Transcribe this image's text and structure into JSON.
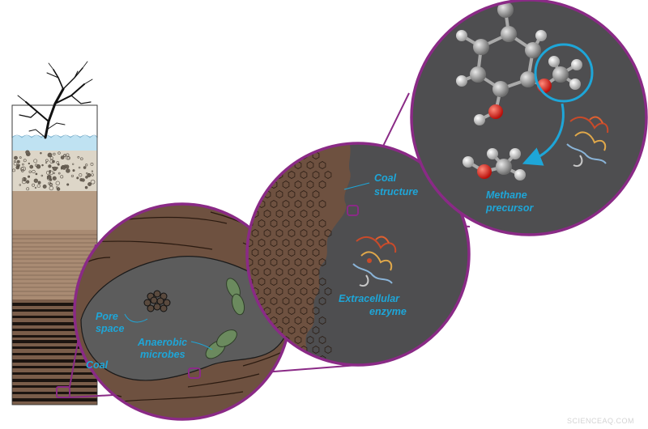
{
  "labels": {
    "coal": "Coal",
    "pore_space_1": "Pore",
    "pore_space_2": "space",
    "anaerobic_1": "Anaerobic",
    "anaerobic_2": "microbes",
    "coal_structure_1": "Coal",
    "coal_structure_2": "structure",
    "extracellular_1": "Extracellular",
    "extracellular_2": "enzyme",
    "methane_1": "Methane",
    "methane_2": "precursor"
  },
  "watermark": "SCIENCEAQ.COM",
  "colors": {
    "ring": "#8a2a86",
    "label": "#1ea6d8",
    "coal_brown": "#6e5140",
    "pore_gray": "#5c5c5c",
    "enzyme_gray": "#4e4e50",
    "sky_blue": "#bfe2f2"
  }
}
